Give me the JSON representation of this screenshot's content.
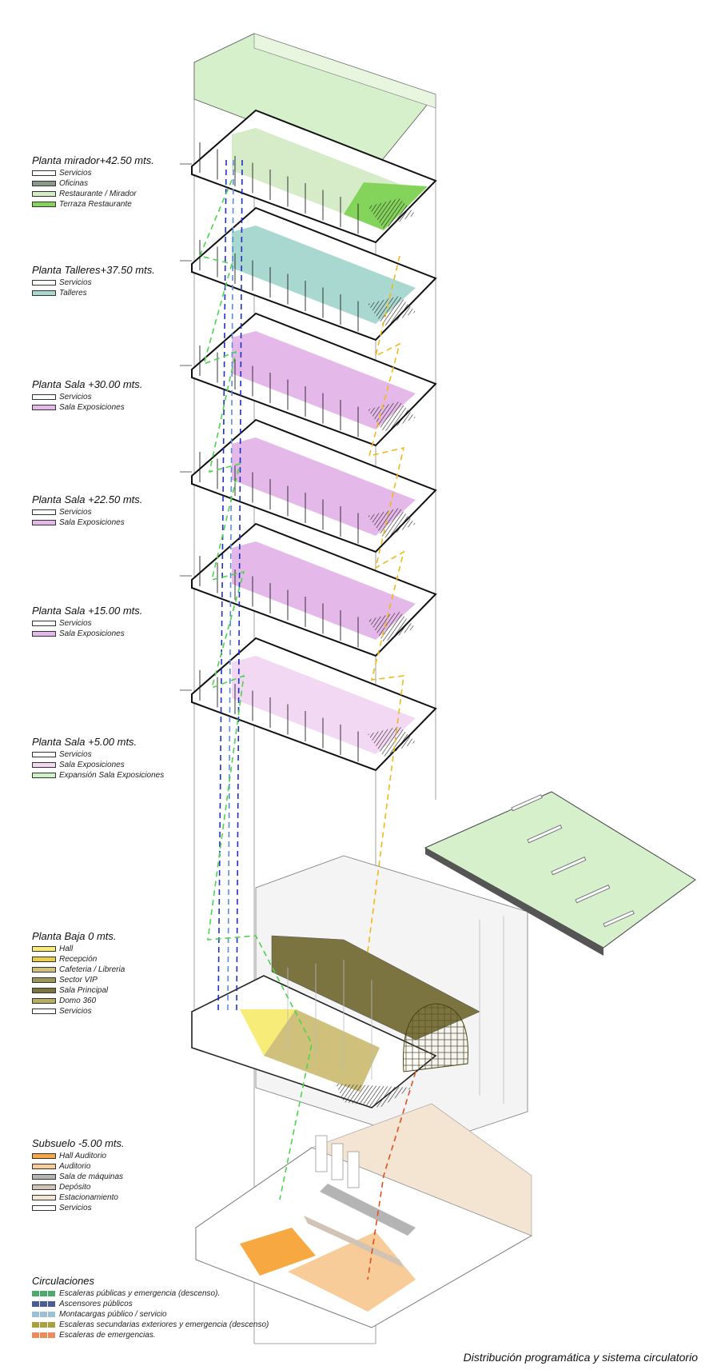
{
  "caption": "Distribución programática y sistema circulatorio",
  "legends": [
    {
      "title": "Planta mirador+42.50 mts.",
      "items": [
        {
          "label": "Servicios",
          "color": "#ffffff"
        },
        {
          "label": "Oficinas",
          "color": "#8a9a8a"
        },
        {
          "label": "Restaurante / Mirador",
          "color": "#d6ecc8"
        },
        {
          "label": "Terraza Restaurante",
          "color": "#84d45c"
        }
      ]
    },
    {
      "title": "Planta Talleres+37.50 mts.",
      "items": [
        {
          "label": "Servicios",
          "color": "#ffffff"
        },
        {
          "label": "Talleres",
          "color": "#a8d8cf"
        }
      ]
    },
    {
      "title": "Planta Sala +30.00 mts.",
      "items": [
        {
          "label": "Servicios",
          "color": "#ffffff"
        },
        {
          "label": "Sala Exposiciones",
          "color": "#e4b8e8"
        }
      ]
    },
    {
      "title": "Planta Sala +22.50 mts.",
      "items": [
        {
          "label": "Servicios",
          "color": "#ffffff"
        },
        {
          "label": "Sala Exposiciones",
          "color": "#e4b8e8"
        }
      ]
    },
    {
      "title": "Planta Sala +15.00 mts.",
      "items": [
        {
          "label": "Servicios",
          "color": "#ffffff"
        },
        {
          "label": "Sala Exposiciones",
          "color": "#e4b8e8"
        }
      ]
    },
    {
      "title": "Planta Sala +5.00 mts.",
      "items": [
        {
          "label": "Servicios",
          "color": "#ffffff"
        },
        {
          "label": "Sala Exposiciones",
          "color": "#f2d8f2"
        },
        {
          "label": "Expansión Sala Exposiciones",
          "color": "#cdf0c4"
        }
      ]
    },
    {
      "title": "Planta Baja 0 mts.",
      "items": [
        {
          "label": "Hall",
          "color": "#f8ec78"
        },
        {
          "label": "Recepción",
          "color": "#e8cc4c"
        },
        {
          "label": "Cafeteria / Libreria",
          "color": "#cfc07c"
        },
        {
          "label": "Sector VIP",
          "color": "#9e9658"
        },
        {
          "label": "Sala Principal",
          "color": "#7c7440"
        },
        {
          "label": "Domo 360",
          "color": "#b8ac64"
        },
        {
          "label": "Servicios",
          "color": "#ffffff"
        }
      ]
    },
    {
      "title": "Subsuelo -5.00 mts.",
      "items": [
        {
          "label": "Hall Auditorio",
          "color": "#f8a840"
        },
        {
          "label": "Auditorio",
          "color": "#f8cc98"
        },
        {
          "label": "Sala de máquinas",
          "color": "#b4b4b4"
        },
        {
          "label": "Depósito",
          "color": "#d2c4b4"
        },
        {
          "label": "Estacionamiento",
          "color": "#f4e4d2"
        },
        {
          "label": "Servicios",
          "color": "#ffffff"
        }
      ]
    }
  ],
  "circulation": {
    "title": "Circulaciones",
    "items": [
      {
        "label": "Escaleras públicas y emergencia (descenso).",
        "color": "#4caa6c"
      },
      {
        "label": "Ascensores públicos",
        "color": "#4c5c94"
      },
      {
        "label": "Montacargas público / servicio",
        "color": "#9cc0d4"
      },
      {
        "label": "Escaleras secundarias exteriores y emergencia (descenso)",
        "color": "#aaa040"
      },
      {
        "label": "Escaleras de emergencias.",
        "color": "#ec8c5c"
      }
    ]
  },
  "colors": {
    "stair_green": "#4cd44c",
    "elevator_blue": "#2030c8",
    "service_blue": "#5c8cdc",
    "stair_yellow": "#f0b818",
    "emergency_red": "#e05020",
    "roof_green": "#d6f0cc"
  }
}
